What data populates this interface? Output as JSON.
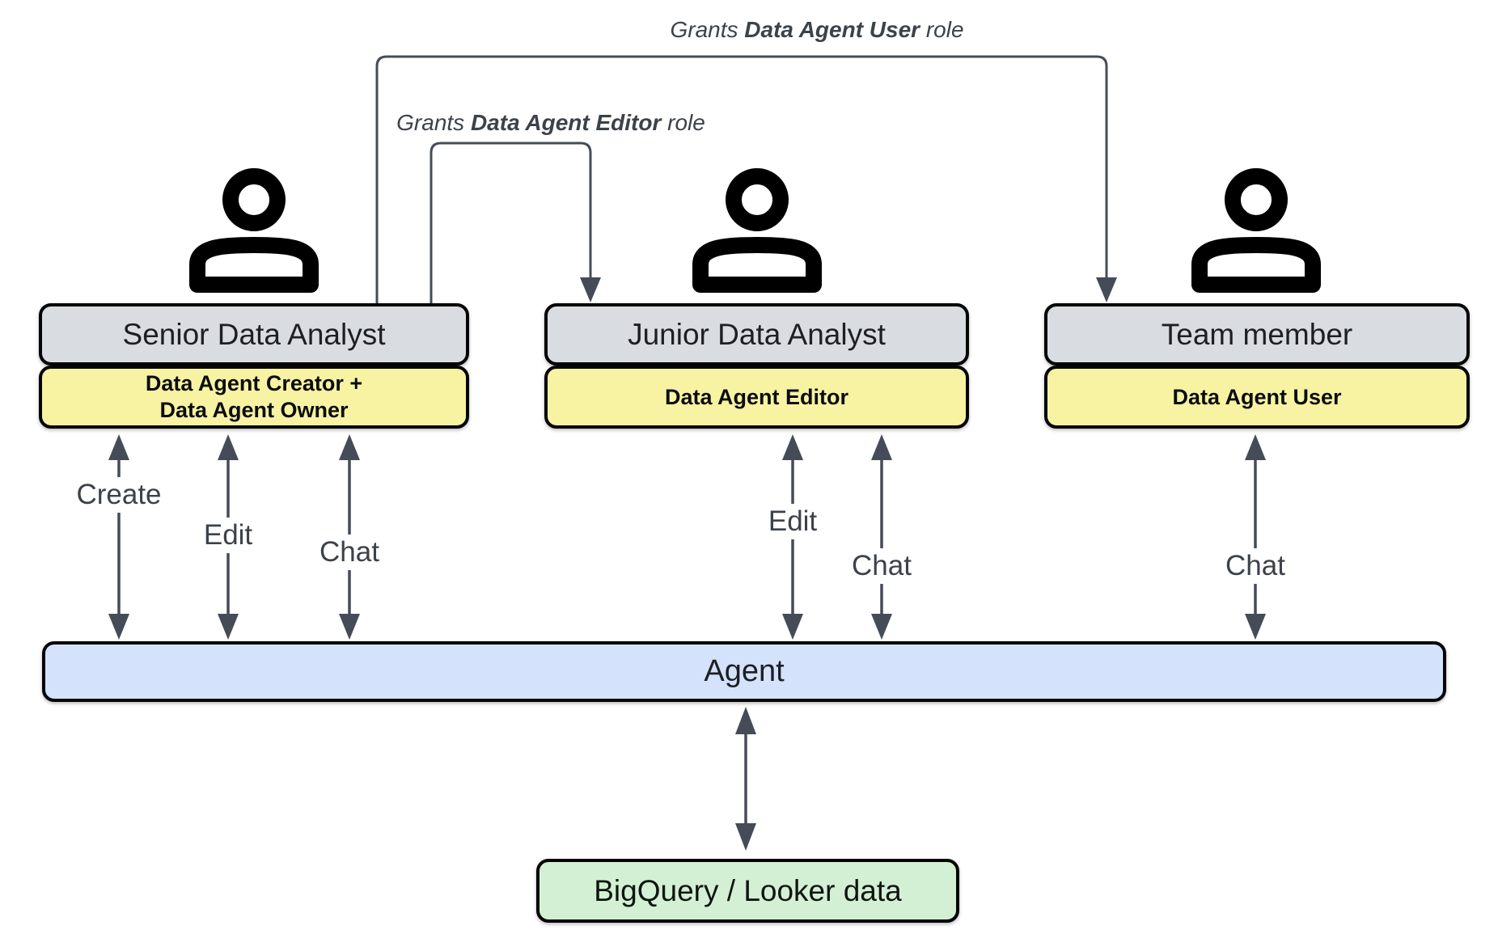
{
  "colors": {
    "canvas-bg": "#ffffff",
    "actor-fill": "#d9dce1",
    "role-fill": "#f8f3a3",
    "agent-fill": "#d4e2fc",
    "data-fill": "#d3f0d4",
    "line": "#454c58",
    "label-text": "#3c424a",
    "box-border": "#050505",
    "text": "#1d1f23",
    "icon": "#000000"
  },
  "grants": {
    "user": {
      "prefix": "Grants ",
      "role": "Data Agent User",
      "suffix": " role"
    },
    "editor": {
      "prefix": "Grants ",
      "role": "Data Agent Editor",
      "suffix": " role"
    }
  },
  "actors": {
    "senior": {
      "title": "Senior Data Analyst",
      "role_line1": "Data Agent Creator +",
      "role_line2": "Data Agent Owner"
    },
    "junior": {
      "title": "Junior Data Analyst",
      "role_line1": "Data Agent Editor"
    },
    "team": {
      "title": "Team member",
      "role_line1": "Data Agent User"
    }
  },
  "interactions": {
    "create": "Create",
    "edit": "Edit",
    "chat": "Chat"
  },
  "agent": {
    "label": "Agent"
  },
  "datastore": {
    "label": "BigQuery / Looker data"
  }
}
